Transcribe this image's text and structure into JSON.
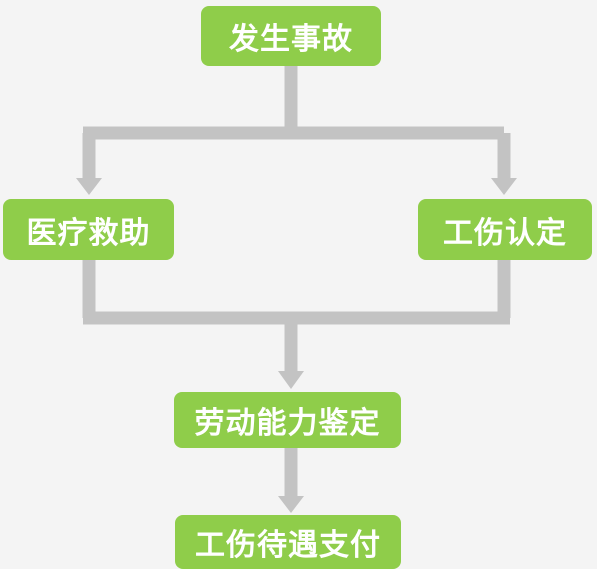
{
  "colors": {
    "background": "#f4f4f4",
    "node_fill": "#8fcd4a",
    "node_text": "#ffffff",
    "connector": "#c3c3c3"
  },
  "nodes": {
    "accident": {
      "label": "发生事故"
    },
    "medical": {
      "label": "医疗救助"
    },
    "injury": {
      "label": "工伤认定"
    },
    "labor": {
      "label": "劳动能力鉴定"
    },
    "benefit": {
      "label": "工伤待遇支付"
    }
  }
}
